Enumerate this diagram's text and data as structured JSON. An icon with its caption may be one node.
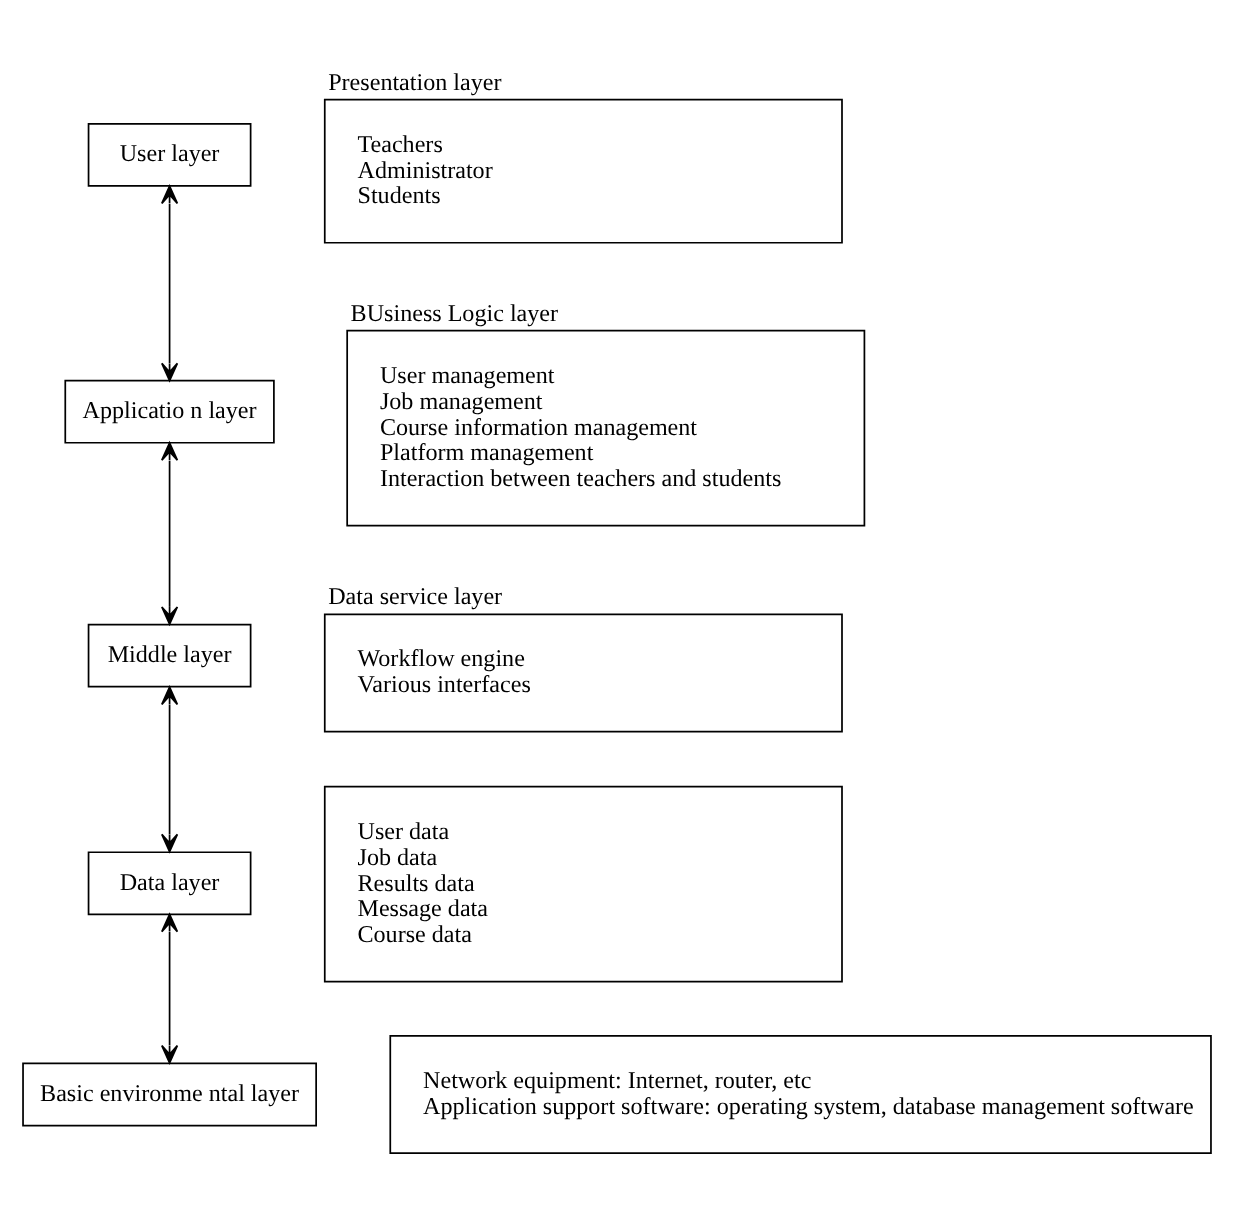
{
  "diagram": {
    "nodes": [
      {
        "text": [
          "User layer"
        ]
      },
      {
        "text": [
          "Presentation layer",
          "Teachers",
          "Administrator",
          "Students"
        ]
      },
      {
        "text": [
          "Applicatio n layer"
        ]
      },
      {
        "text": [
          "BUsiness Logic layer",
          "User management",
          "Job management",
          "Course information management",
          "Platform management",
          "Interaction between teachers and students"
        ]
      },
      {
        "text": [
          "Middle layer"
        ]
      },
      {
        "text": [
          "Data service layer",
          "Workflow engine",
          "Various interfaces"
        ]
      },
      {
        "text": [
          "Data layer"
        ]
      },
      {
        "text": [
          "User data",
          "Job data",
          "Results data",
          "Message data",
          "Course data"
        ]
      },
      {
        "text": [
          "Basic environme ntal layer"
        ]
      },
      {
        "text": [
          "Network equipment: Internet, router, etc",
          "Application support software: operating system, database management software"
        ]
      }
    ],
    "edges": [
      {
        "from": 0,
        "to": 2,
        "arrow": "both"
      },
      {
        "from": 2,
        "to": 4,
        "arrow": "both"
      },
      {
        "from": 4,
        "to": 6,
        "arrow": "both"
      },
      {
        "from": 6,
        "to": 8,
        "arrow": "both"
      }
    ]
  }
}
